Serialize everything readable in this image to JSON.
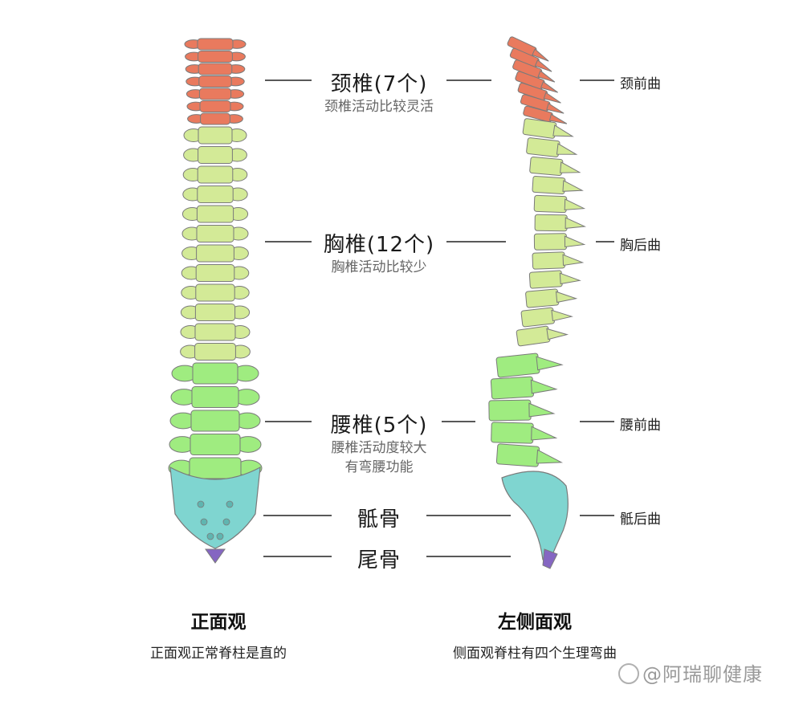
{
  "regions": {
    "cervical": {
      "name": "颈椎(7个)",
      "desc": [
        "颈椎活动比较灵活"
      ],
      "curve": "颈前曲"
    },
    "thoracic": {
      "name": "胸椎(12个)",
      "desc": [
        "胸椎活动比较少"
      ],
      "curve": "胸后曲"
    },
    "lumbar": {
      "name": "腰椎(5个)",
      "desc": [
        "腰椎活动度较大",
        "有弯腰功能"
      ],
      "curve": "腰前曲"
    },
    "sacrum": {
      "name": "骶骨",
      "curve": "骶后曲"
    },
    "coccyx": {
      "name": "尾骨"
    }
  },
  "views": {
    "front": {
      "title": "正面观",
      "desc": "正面观正常脊柱是直的"
    },
    "side": {
      "title": "左侧面观",
      "desc": "侧面观脊柱有四个生理弯曲"
    }
  },
  "watermark": "@阿瑞聊健康",
  "colors": {
    "cervical": "#e97a5e",
    "thoracic": "#d3ea97",
    "lumbar": "#9fec80",
    "sacrum": "#7fd5d0",
    "coccyx": "#8566c2",
    "outline": "#7a7a7a"
  }
}
